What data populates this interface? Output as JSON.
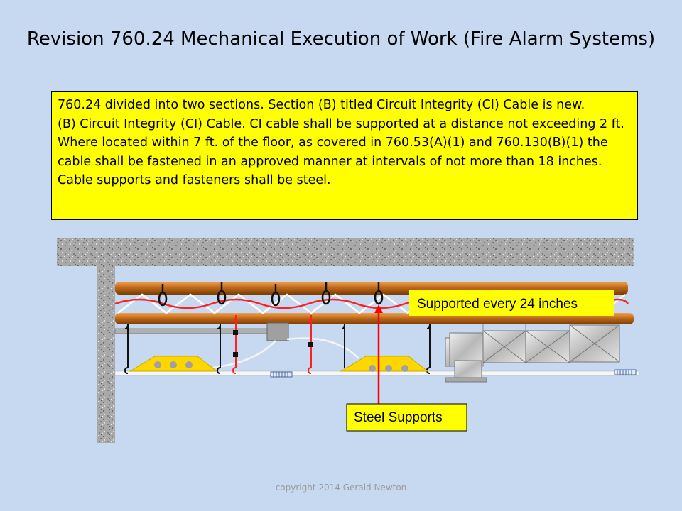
{
  "title": "Revision  760.24  Mechanical Execution of Work (Fire Alarm Systems)",
  "code_text": {
    "paragraph_1": "760.24 divided into two sections.  Section (B) titled Circuit Integrity (CI) Cable is new.",
    "paragraph_2": "(B)  Circuit Integrity (CI) Cable.  CI cable shall be supported at a distance not exceeding 2 ft.  Where located within 7 ft. of the floor, as covered in 760.53(A)(1) and 760.130(B)(1)  the cable shall be fastened in an approved manner at intervals of not more than 18 inches.  Cable supports and fasteners shall be steel."
  },
  "diagram": {
    "support_label": "Supported every 24 inches",
    "steel_label": "Steel Supports",
    "colors": {
      "background": "#c6d9f1",
      "callout": "#ffff00",
      "beam": "#c06a18",
      "ci_cable": "#ff0000",
      "concrete": "#a8a8a8",
      "fixture": "#ffd700"
    }
  },
  "copyright": "copyright 2014 Gerald Newton"
}
